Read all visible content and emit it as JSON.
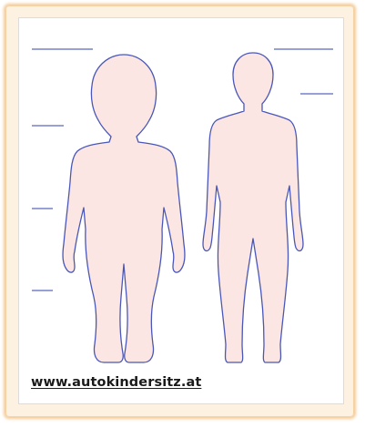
{
  "footer": {
    "website": "www.autokindersitz.at"
  },
  "colors": {
    "frame_glow": "#f3c993",
    "frame_fill": "#fdf1e1",
    "body_fill": "#fbe6e4",
    "body_outline": "#4a57b8",
    "measure_lines": "#7680cc"
  },
  "figures": [
    {
      "name": "toddler-silhouette"
    },
    {
      "name": "child-silhouette"
    }
  ]
}
